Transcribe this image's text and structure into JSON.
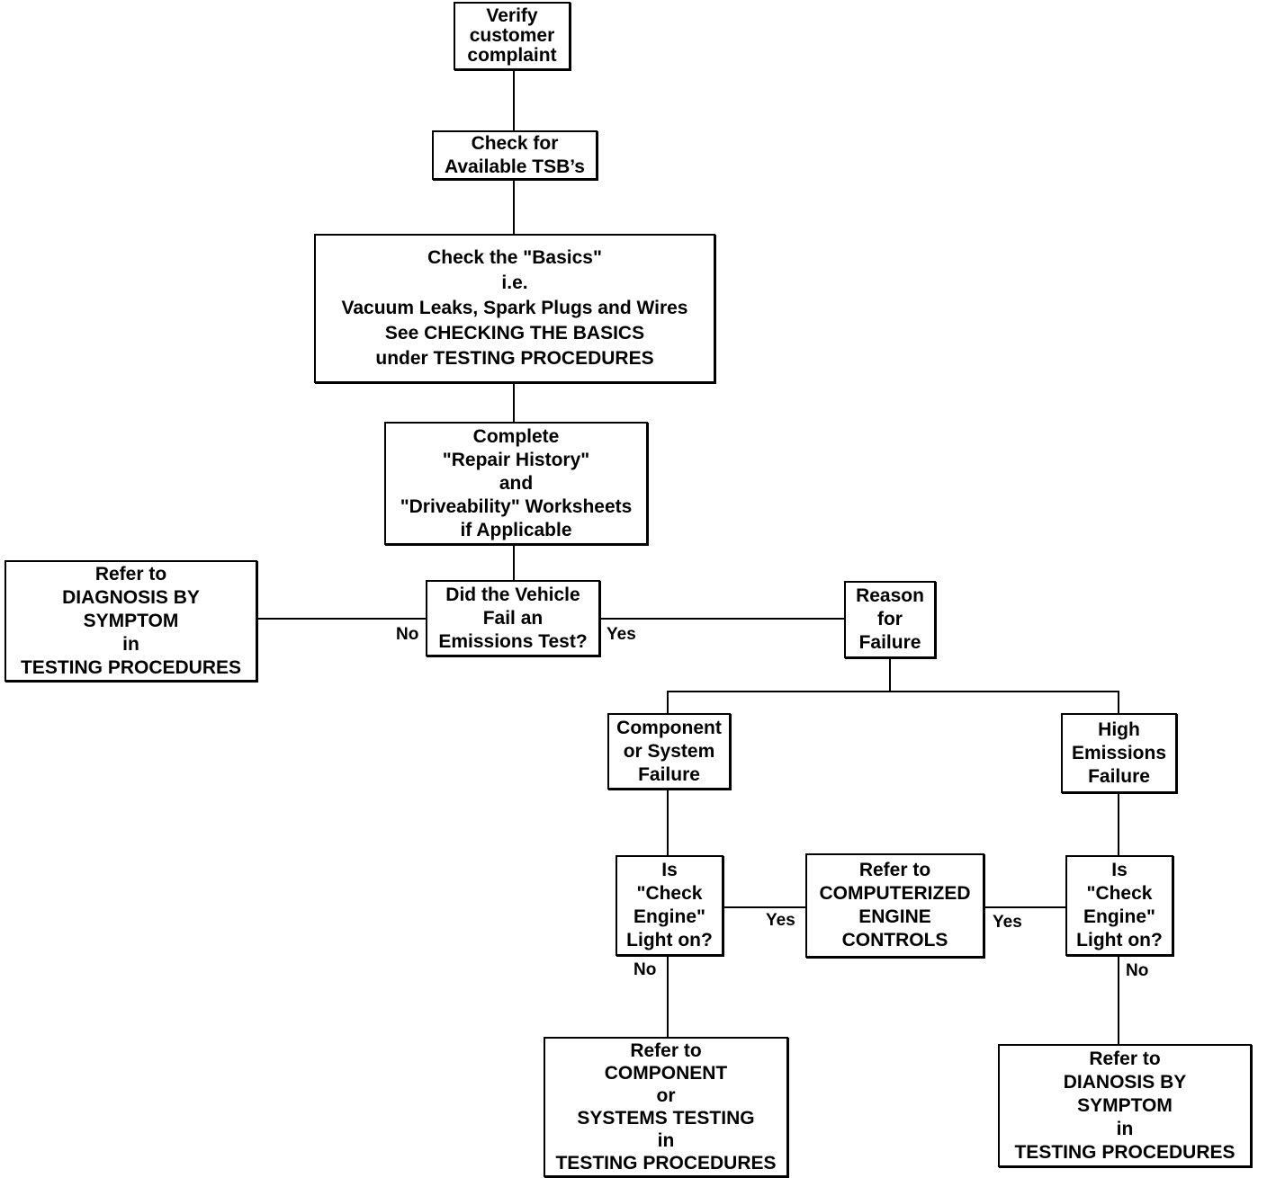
{
  "nodes": {
    "verify": "Verify\ncustomer\ncomplaint",
    "tsb": "Check for\nAvailable TSB’s",
    "basics": "Check the \"Basics\"\ni.e.\nVacuum Leaks, Spark Plugs and Wires\nSee CHECKING THE BASICS\nunder TESTING PROCEDURES",
    "history": "Complete\n\"Repair History\"\nand\n\"Driveability\" Worksheets\nif Applicable",
    "emissions_test": "Did the Vehicle\nFail an\nEmissions Test?",
    "diag_symptom_left": "Refer to\nDIAGNOSIS BY\nSYMPTOM\nin\nTESTING PROCEDURES",
    "reason": "Reason\nfor\nFailure",
    "component_failure": "Component\nor System\nFailure",
    "high_emissions": "High\nEmissions\nFailure",
    "cel_left": "Is\n\"Check\nEngine\"\nLight on?",
    "computerized": "Refer to\nCOMPUTERIZED\nENGINE\nCONTROLS",
    "cel_right": "Is\n\"Check\nEngine\"\nLight on?",
    "component_testing": "Refer to\nCOMPONENT\nor\nSYSTEMS TESTING\nin\nTESTING PROCEDURES",
    "dianosis_right": "Refer to\nDIANOSIS BY\nSYMPTOM\nin\nTESTING PROCEDURES"
  },
  "edge_labels": {
    "no_left": "No",
    "yes_right": "Yes",
    "yes_cel_left": "Yes",
    "yes_cel_right": "Yes",
    "no_cel_left": "No",
    "no_cel_right": "No"
  }
}
